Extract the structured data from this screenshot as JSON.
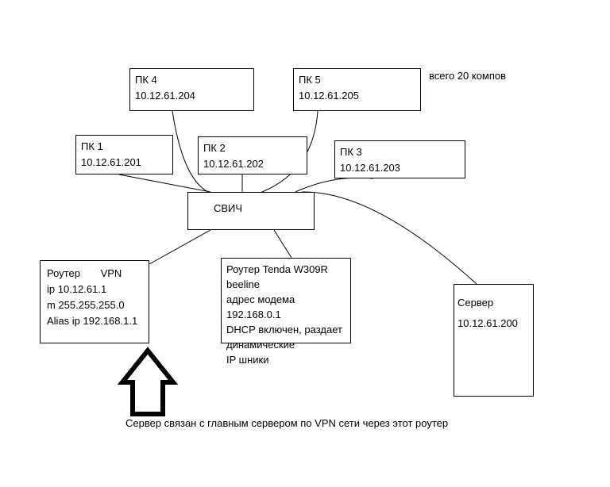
{
  "nodes": {
    "pc4": {
      "lines": [
        "ПК 4",
        "10.12.61.204"
      ]
    },
    "pc5": {
      "lines": [
        "ПК 5",
        "10.12.61.205"
      ]
    },
    "pc1": {
      "lines": [
        "ПК 1",
        "10.12.61.201"
      ]
    },
    "pc2": {
      "lines": [
        "ПК 2",
        "10.12.61.202"
      ]
    },
    "pc3": {
      "lines": [
        "ПК 3",
        "10.12.61.203"
      ]
    },
    "switch": {
      "label": "СВИЧ"
    },
    "router_vpn": {
      "title": "Роутер",
      "title_extra": "VPN",
      "lines": [
        "ip 10.12.61.1",
        "m 255.255.255.0",
        "Alias ip 192.168.1.1"
      ]
    },
    "router_tenda": {
      "lines": [
        "Роутер Tenda W309R",
        "beeline",
        "адрес модема",
        "192.168.0.1",
        "DHCP включен, раздает",
        "динамические",
        "IP шники"
      ]
    },
    "server": {
      "lines": [
        "Сервер",
        "10.12.61.200"
      ]
    }
  },
  "notes": {
    "total_pcs": "всего 20 компов",
    "vpn_caption": "Сервер связан с главным сервером по VPN сети через этот роутер"
  }
}
